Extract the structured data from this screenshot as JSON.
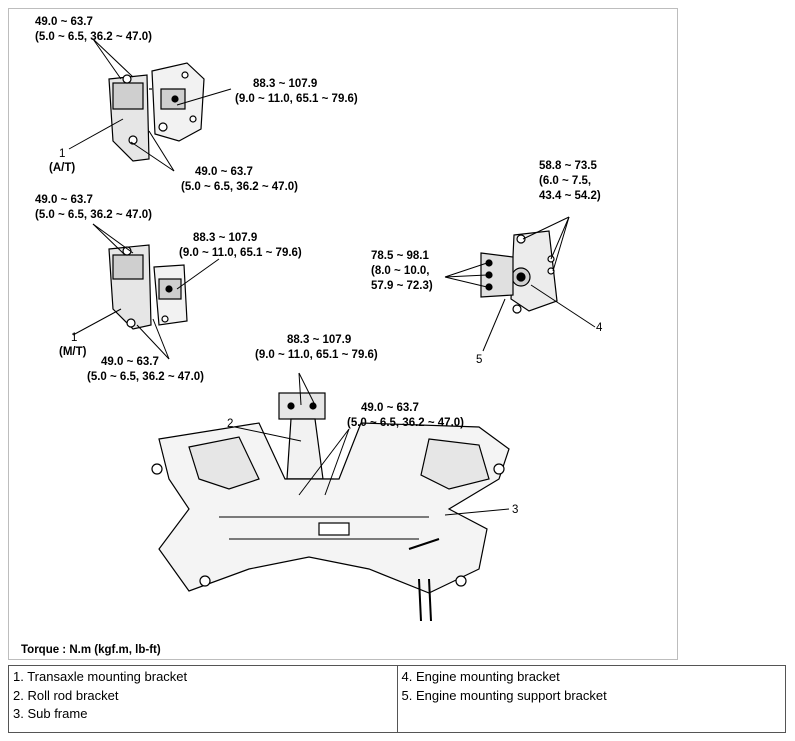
{
  "labels": {
    "tq_at_top": [
      "49.0 ~ 63.7",
      "(5.0 ~ 6.5, 36.2 ~ 47.0)"
    ],
    "tq_at_right": [
      "88.3 ~ 107.9",
      "(9.0 ~ 11.0, 65.1 ~ 79.6)"
    ],
    "tq_at_bottom": [
      "49.0 ~ 63.7",
      "(5.0 ~ 6.5, 36.2 ~ 47.0)"
    ],
    "at_num": "1",
    "at_tag": "(A/T)",
    "tq_mt_top": [
      "49.0 ~ 63.7",
      "(5.0 ~ 6.5, 36.2 ~ 47.0)"
    ],
    "tq_mt_right": [
      "88.3 ~ 107.9",
      "(9.0 ~ 11.0, 65.1 ~ 79.6)"
    ],
    "tq_mt_bottom": [
      "49.0 ~ 63.7",
      "(5.0 ~ 6.5, 36.2 ~ 47.0)"
    ],
    "mt_num": "1",
    "mt_tag": "(M/T)",
    "tq_engine_top": [
      "58.8 ~ 73.5",
      "(6.0 ~ 7.5,",
      "43.4 ~ 54.2)"
    ],
    "tq_engine_left": [
      "78.5 ~ 98.1",
      "(8.0 ~ 10.0,",
      "57.9 ~ 72.3)"
    ],
    "engine_num4": "4",
    "engine_num5": "5",
    "tq_roll_top": [
      "88.3 ~ 107.9",
      "(9.0 ~ 11.0, 65.1 ~ 79.6)"
    ],
    "tq_roll_right": [
      "49.0 ~ 63.7",
      "(5.0 ~ 6.5, 36.2 ~ 47.0)"
    ],
    "roll_num": "2",
    "sub_num": "3",
    "torque_note": "Torque : N.m (kgf.m, lb-ft)"
  },
  "legend": {
    "left": [
      "1. Transaxle mounting bracket",
      "2. Roll rod bracket",
      "3. Sub frame"
    ],
    "right": [
      "4. Engine mounting bracket",
      "5. Engine mounting support bracket"
    ]
  }
}
